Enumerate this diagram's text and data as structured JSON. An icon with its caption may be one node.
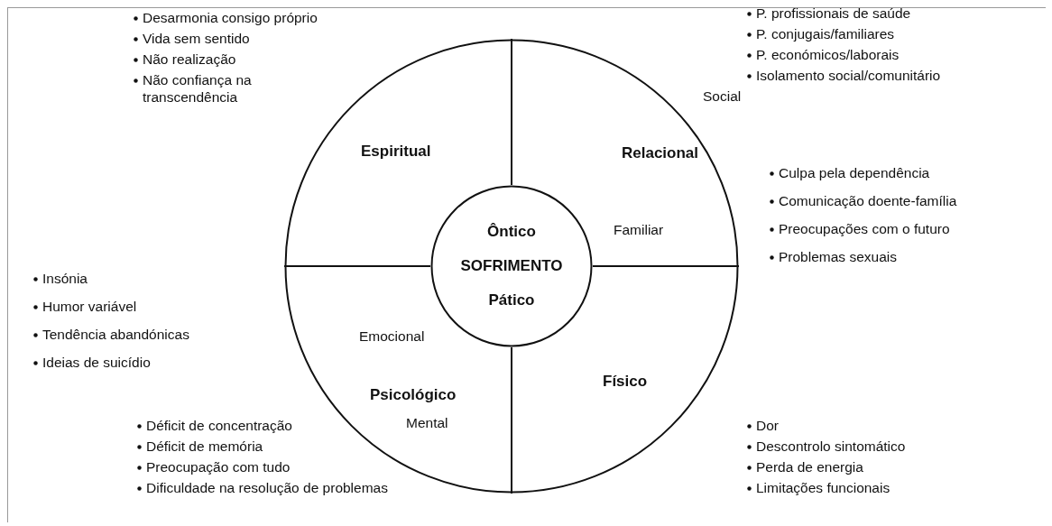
{
  "diagram": {
    "nodes": [
      {
        "text": [],
        "shape": "circle"
      },
      {
        "text": [
          "Ôntico",
          "SOFRIMENTO",
          "Pático"
        ],
        "in": 0
      }
    ],
    "labels": [
      "Desarmonia consigo próprio",
      "Vida sem sentido",
      "Não realização",
      "Não confiança na transcendência",
      "P. profissionais de saúde",
      "P. conjugais/familiares",
      "P. económicos/laborais",
      "Isolamento social/comunitário",
      "Social",
      "Culpa pela dependência",
      "Comunicação doente-família",
      "Preocupações com o futuro",
      "Problemas sexuais",
      "Espiritual",
      "Relacional",
      "Familiar",
      "Insónia",
      "Humor variável",
      "Tendência abandónicas",
      "Ideias de suicídio",
      "Emocional",
      "Psicológico",
      "Físico",
      "Déficit de concentração",
      "Déficit de memória",
      "Preocupação com tudo",
      "Dificuldade na resolução de problemas",
      "Mental",
      "Dor",
      "Descontrolo sintomático",
      "Perda de energia",
      "Limitações funcionais"
    ]
  }
}
